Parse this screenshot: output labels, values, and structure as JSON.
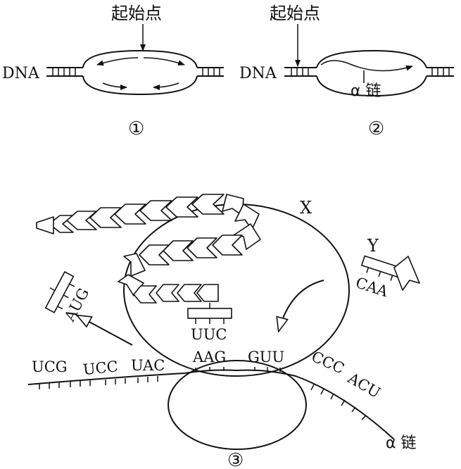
{
  "panel1": {
    "origin_label": "起始点",
    "dna_label": "DNA",
    "number": "①"
  },
  "panel2": {
    "origin_label": "起始点",
    "dna_label": "DNA",
    "chain_label": "α 链",
    "number": "②"
  },
  "panel3": {
    "x_label": "X",
    "y_label": "Y",
    "trna_left_anticodon": "AUG",
    "trna_center_anticodon": "UUC",
    "trna_right_anticodon": "CAA",
    "codons": [
      "UCG",
      "UCC",
      "UAC",
      "AAG",
      "GUU",
      "CCC",
      "ACU"
    ],
    "chain_label": "α 链",
    "number": "③"
  }
}
